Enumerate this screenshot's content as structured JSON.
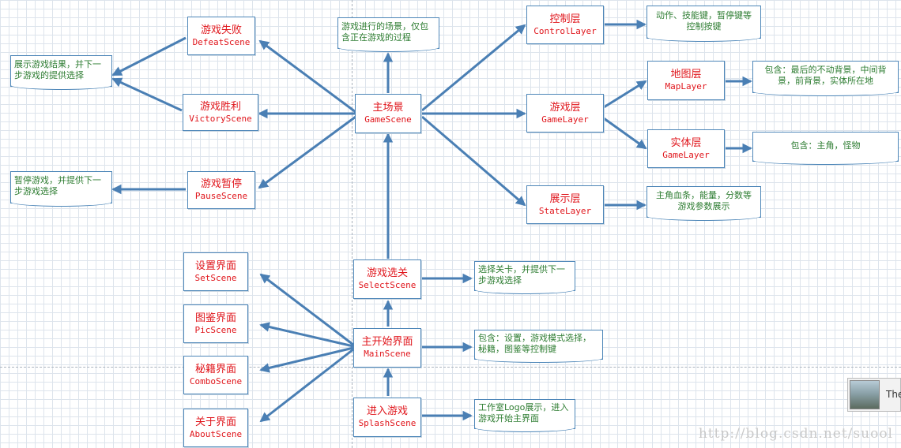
{
  "colors": {
    "arrow": "#4a7fb4",
    "box_border": "#4d86b8",
    "box_text": "#e0161c",
    "note_text": "#2e7d32",
    "grid": "#dde4ec"
  },
  "boxes": {
    "defeat": {
      "cn": "游戏失败",
      "en": "DefeatScene"
    },
    "victory": {
      "cn": "游戏胜利",
      "en": "VictoryScene"
    },
    "pause": {
      "cn": "游戏暂停",
      "en": "PauseScene"
    },
    "game": {
      "cn": "主场景",
      "en": "GameScene"
    },
    "control": {
      "cn": "控制层",
      "en": "ControlLayer"
    },
    "gamelayer": {
      "cn": "游戏层",
      "en": "GameLayer"
    },
    "state": {
      "cn": "展示层",
      "en": "StateLayer"
    },
    "map": {
      "cn": "地图层",
      "en": "MapLayer"
    },
    "entity": {
      "cn": "实体层",
      "en": "GameLayer"
    },
    "set": {
      "cn": "设置界面",
      "en": "SetScene"
    },
    "pic": {
      "cn": "图鉴界面",
      "en": "PicScene"
    },
    "combo": {
      "cn": "秘籍界面",
      "en": "ComboScene"
    },
    "about": {
      "cn": "关于界面",
      "en": "AboutScene"
    },
    "select": {
      "cn": "游戏选关",
      "en": "SelectScene"
    },
    "main": {
      "cn": "主开始界面",
      "en": "MainScene"
    },
    "splash": {
      "cn": "进入游戏",
      "en": "SplashScene"
    }
  },
  "notes": {
    "result": [
      "展示游戏结果，并下一",
      "步游戏的提供选择"
    ],
    "pause": [
      "暂停游戏，并提供下一",
      "步游戏选择"
    ],
    "game": [
      "游戏进行的场景，仅包",
      "含正在游戏的过程"
    ],
    "control": [
      "动作、技能键，暂停键等",
      "控制按键"
    ],
    "map": [
      "包含：最后的不动背景，中间背",
      "景，前背景，实体所在地"
    ],
    "entity": [
      "包含：主角，怪物"
    ],
    "state": [
      "主角血条，能量，分数等",
      "游戏参数展示"
    ],
    "select": [
      "选择关卡，并提供下一",
      "步游戏选择"
    ],
    "main": [
      "包含：设置，游戏模式选择，",
      "秘籍，图鉴等控制键"
    ],
    "splash": [
      "工作室Logo展示，进入",
      "游戏开始主界面"
    ]
  },
  "thumbnail": {
    "label": "The"
  },
  "watermark": "http://blog.csdn.net/suool"
}
